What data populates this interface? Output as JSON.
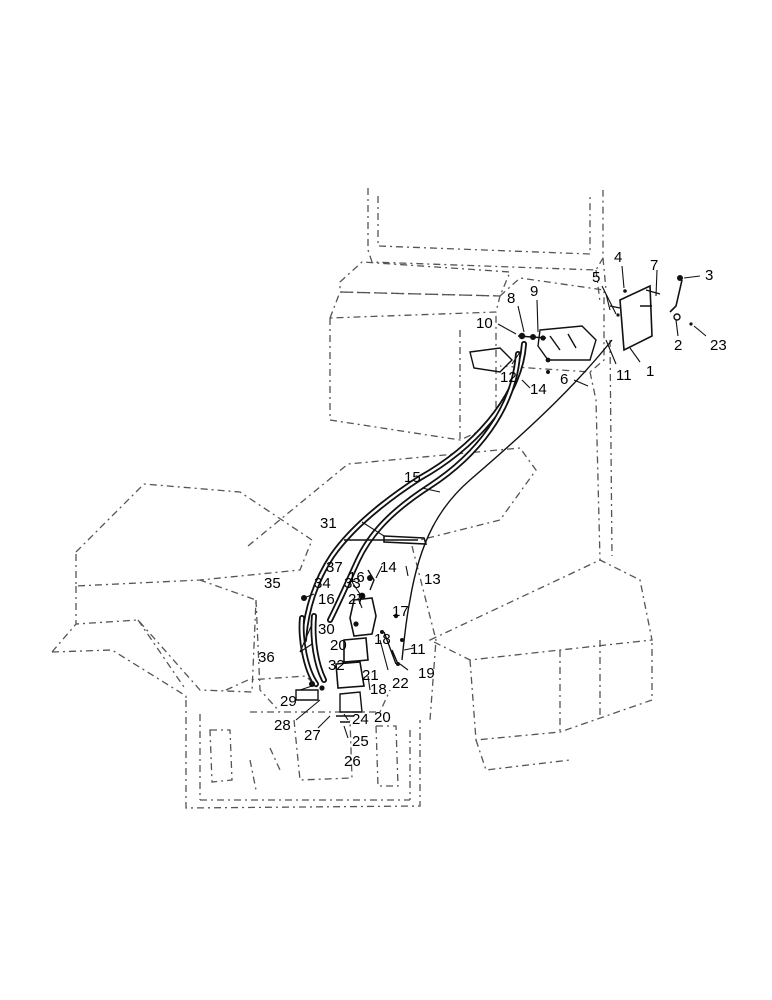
{
  "diagram": {
    "callouts": [
      {
        "id": "c1",
        "text": "1"
      },
      {
        "id": "c2",
        "text": "2"
      },
      {
        "id": "c3",
        "text": "3"
      },
      {
        "id": "c4",
        "text": "4"
      },
      {
        "id": "c5",
        "text": "5"
      },
      {
        "id": "c6",
        "text": "6"
      },
      {
        "id": "c7",
        "text": "7"
      },
      {
        "id": "c8",
        "text": "8"
      },
      {
        "id": "c9",
        "text": "9"
      },
      {
        "id": "c10",
        "text": "10"
      },
      {
        "id": "c11a",
        "text": "11"
      },
      {
        "id": "c11b",
        "text": "11"
      },
      {
        "id": "c12",
        "text": "12"
      },
      {
        "id": "c13",
        "text": "13"
      },
      {
        "id": "c14a",
        "text": "14"
      },
      {
        "id": "c14b",
        "text": "14"
      },
      {
        "id": "c15",
        "text": "15"
      },
      {
        "id": "c16a",
        "text": "16"
      },
      {
        "id": "c16b",
        "text": "16"
      },
      {
        "id": "c17",
        "text": "17"
      },
      {
        "id": "c18a",
        "text": "18"
      },
      {
        "id": "c18b",
        "text": "18"
      },
      {
        "id": "c19",
        "text": "19"
      },
      {
        "id": "c20a",
        "text": "20"
      },
      {
        "id": "c20b",
        "text": "20"
      },
      {
        "id": "c21",
        "text": "21"
      },
      {
        "id": "c22",
        "text": "22"
      },
      {
        "id": "c23",
        "text": "23"
      },
      {
        "id": "c24",
        "text": "24"
      },
      {
        "id": "c25",
        "text": "25"
      },
      {
        "id": "c26",
        "text": "26"
      },
      {
        "id": "c27a",
        "text": "27"
      },
      {
        "id": "c27b",
        "text": "27"
      },
      {
        "id": "c28",
        "text": "28"
      },
      {
        "id": "c29",
        "text": "29"
      },
      {
        "id": "c30",
        "text": "30"
      },
      {
        "id": "c31",
        "text": "31"
      },
      {
        "id": "c32",
        "text": "32"
      },
      {
        "id": "c33",
        "text": "33"
      },
      {
        "id": "c34",
        "text": "34"
      },
      {
        "id": "c35",
        "text": "35"
      },
      {
        "id": "c36",
        "text": "36"
      },
      {
        "id": "c37",
        "text": "37"
      }
    ]
  }
}
